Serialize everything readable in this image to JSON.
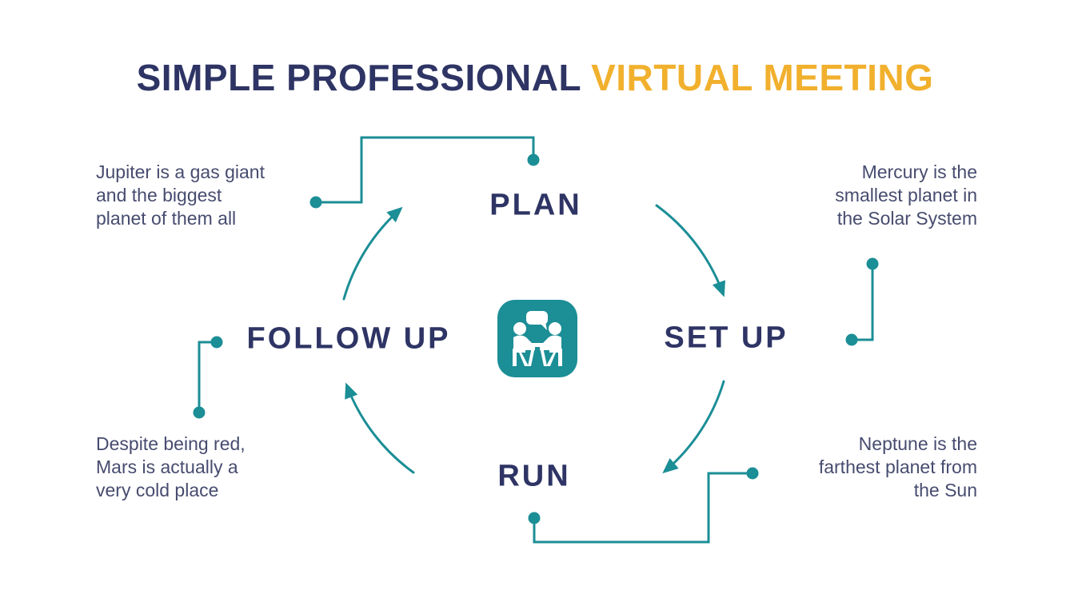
{
  "slide": {
    "title": {
      "part1": "SIMPLE PROFESSIONAL",
      "part2": "VIRTUAL MEETING"
    }
  },
  "cycle": {
    "stages": [
      {
        "label": "PLAN"
      },
      {
        "label": "SET UP"
      },
      {
        "label": "RUN"
      },
      {
        "label": "FOLLOW UP"
      }
    ],
    "center_icon": "meeting-discussion-icon",
    "direction": "clockwise"
  },
  "notes": [
    {
      "attached_to": "PLAN",
      "text": "Jupiter is a gas giant\nand the biggest\nplanet of them all"
    },
    {
      "attached_to": "SET UP",
      "text": "Mercury is the\nsmallest planet in\nthe Solar System"
    },
    {
      "attached_to": "FOLLOW UP",
      "text": "Despite being red,\nMars is actually a\nvery cold place"
    },
    {
      "attached_to": "RUN",
      "text": "Neptune is the\nfarthest planet from\nthe Sun"
    }
  ],
  "colors": {
    "navy": "#2E3464",
    "yellow": "#F1B02D",
    "teal": "#1B8E96",
    "note": "#474C6F",
    "bg": "#FFFFFF"
  }
}
